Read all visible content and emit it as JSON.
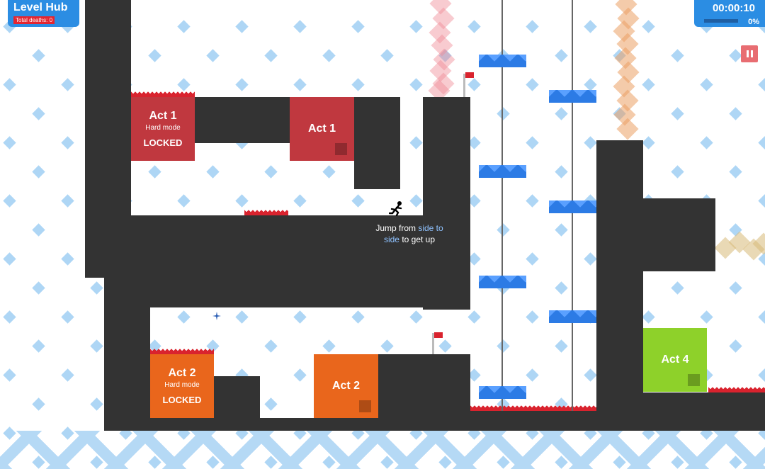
{
  "hud": {
    "title": "Level Hub",
    "deaths_label": "Total deaths: 0",
    "timer": "00:00:10",
    "progress_text": "0%",
    "progress_fraction": 0.0
  },
  "hint": {
    "part1": "Jump from ",
    "highlight1": "side to",
    "highlight2": "side",
    "part2": " to get up"
  },
  "doors": [
    {
      "id": "act1-hard",
      "title": "Act 1",
      "subtitle": "Hard mode",
      "status": "LOCKED",
      "color": "#c0383f"
    },
    {
      "id": "act1",
      "title": "Act 1",
      "subtitle": "",
      "status": "",
      "color": "#c0383f"
    },
    {
      "id": "act2-hard",
      "title": "Act 2",
      "subtitle": "Hard mode",
      "status": "LOCKED",
      "color": "#e9661c"
    },
    {
      "id": "act2",
      "title": "Act 2",
      "subtitle": "",
      "status": "",
      "color": "#e9661c"
    },
    {
      "id": "act4",
      "title": "Act 4",
      "subtitle": "",
      "status": "",
      "color": "#8ed12a"
    }
  ],
  "colors": {
    "wall": "#333333",
    "spike": "#d9232e",
    "platform": "#2c7be5",
    "hud": "#2b8de3"
  },
  "icons": {
    "pause": "pause-icon",
    "player": "stick-figure-icon",
    "checkpoint": "flag-icon"
  }
}
